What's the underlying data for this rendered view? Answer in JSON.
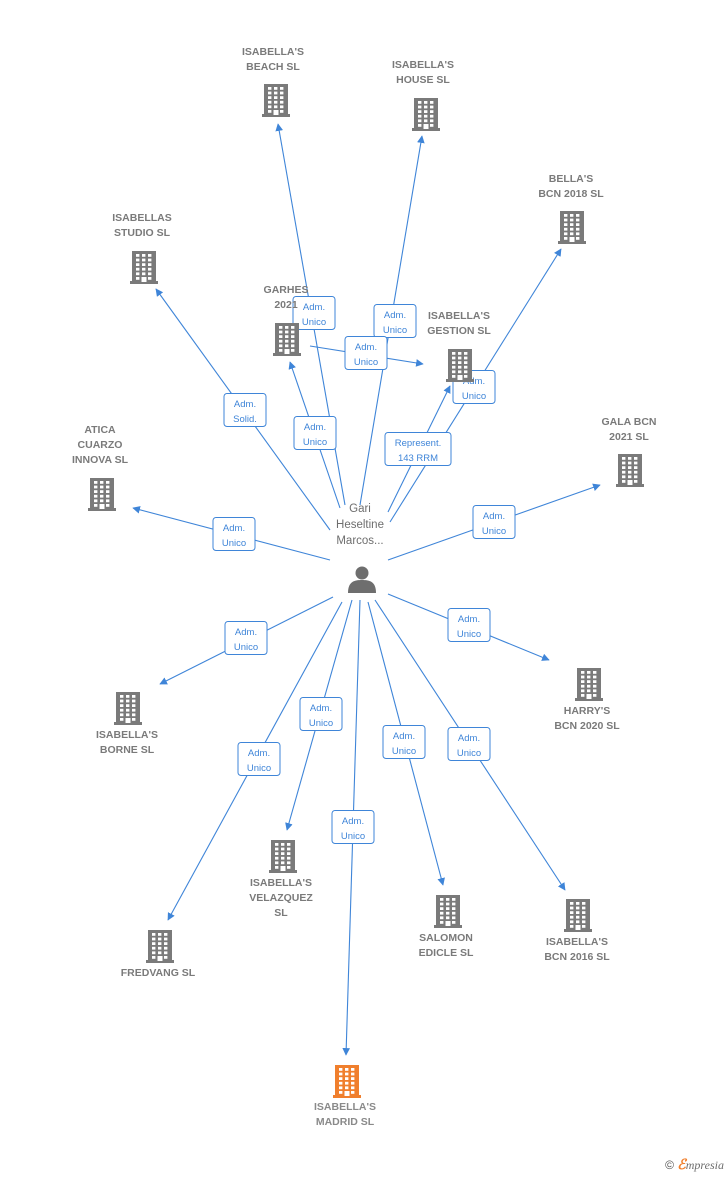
{
  "center": {
    "id": "person",
    "label": [
      "Gari",
      "Heseltine",
      "Marcos..."
    ]
  },
  "nodes": [
    {
      "id": "isabellas_beach",
      "label": [
        "ISABELLA'S",
        "BEACH  SL"
      ]
    },
    {
      "id": "isabellas_house",
      "label": [
        "ISABELLA'S",
        "HOUSE  SL"
      ]
    },
    {
      "id": "bellas_bcn_2018",
      "label": [
        "BELLA'S",
        "BCN 2018  SL"
      ]
    },
    {
      "id": "isabellas_studio",
      "label": [
        "ISABELLAS",
        "STUDIO  SL"
      ]
    },
    {
      "id": "garhes_2021",
      "label": [
        "GARHES",
        "2021"
      ]
    },
    {
      "id": "isabellas_gestion",
      "label": [
        "ISABELLA'S",
        "GESTION  SL"
      ]
    },
    {
      "id": "gala_bcn_2021",
      "label": [
        "GALA BCN",
        "2021  SL"
      ]
    },
    {
      "id": "atica_cuarzo",
      "label": [
        "ATICA",
        "CUARZO",
        "INNOVA  SL"
      ]
    },
    {
      "id": "isabellas_borne",
      "label": [
        "ISABELLA'S",
        "BORNE  SL"
      ]
    },
    {
      "id": "harrys_bcn_2020",
      "label": [
        "HARRY'S",
        "BCN 2020  SL"
      ]
    },
    {
      "id": "isabellas_velazquez",
      "label": [
        "ISABELLA'S",
        "VELAZQUEZ",
        "SL"
      ]
    },
    {
      "id": "fredvang",
      "label": [
        "FREDVANG SL"
      ]
    },
    {
      "id": "salomon_edicle",
      "label": [
        "SALOMON",
        "EDICLE  SL"
      ]
    },
    {
      "id": "isabellas_bcn_2016",
      "label": [
        "ISABELLA'S",
        "BCN 2016  SL"
      ]
    },
    {
      "id": "isabellas_madrid",
      "label": [
        "ISABELLA'S",
        "MADRID  SL"
      ],
      "highlight": true
    }
  ],
  "edges": [
    {
      "target": "isabellas_beach",
      "label": [
        "Adm.",
        "Unico"
      ]
    },
    {
      "target": "isabellas_house",
      "label": [
        "Adm.",
        "Unico"
      ]
    },
    {
      "target": "bellas_bcn_2018",
      "label": [
        "Adm.",
        "Unico"
      ]
    },
    {
      "target": "isabellas_studio",
      "label": [
        "Adm.",
        "Solid."
      ]
    },
    {
      "target": "garhes_2021",
      "label": [
        "Adm.",
        "Unico"
      ]
    },
    {
      "target": "isabellas_gestion",
      "label": [
        "Represent.",
        "143 RRM"
      ]
    },
    {
      "target": "isabellas_gestion",
      "label": [
        "Adm.",
        "Unico"
      ]
    },
    {
      "target": "gala_bcn_2021",
      "label": [
        "Adm.",
        "Unico"
      ]
    },
    {
      "target": "atica_cuarzo",
      "label": [
        "Adm.",
        "Unico"
      ]
    },
    {
      "target": "isabellas_borne",
      "label": [
        "Adm.",
        "Unico"
      ]
    },
    {
      "target": "harrys_bcn_2020",
      "label": [
        "Adm.",
        "Unico"
      ]
    },
    {
      "target": "isabellas_velazquez",
      "label": [
        "Adm.",
        "Unico"
      ]
    },
    {
      "target": "fredvang",
      "label": [
        "Adm.",
        "Unico"
      ]
    },
    {
      "target": "salomon_edicle",
      "label": [
        "Adm.",
        "Unico"
      ]
    },
    {
      "target": "isabellas_bcn_2016",
      "label": [
        "Adm.",
        "Unico"
      ]
    },
    {
      "target": "isabellas_madrid",
      "label": [
        "Adm.",
        "Unico"
      ]
    }
  ],
  "colors": {
    "edge": "#3f85d8",
    "company": "#7a7a7a",
    "highlight": "#f07f2d",
    "person": "#6e6e6e"
  },
  "footer": {
    "copyright": "©",
    "brand_first": "ℰ",
    "brand_rest": "mpresia"
  }
}
